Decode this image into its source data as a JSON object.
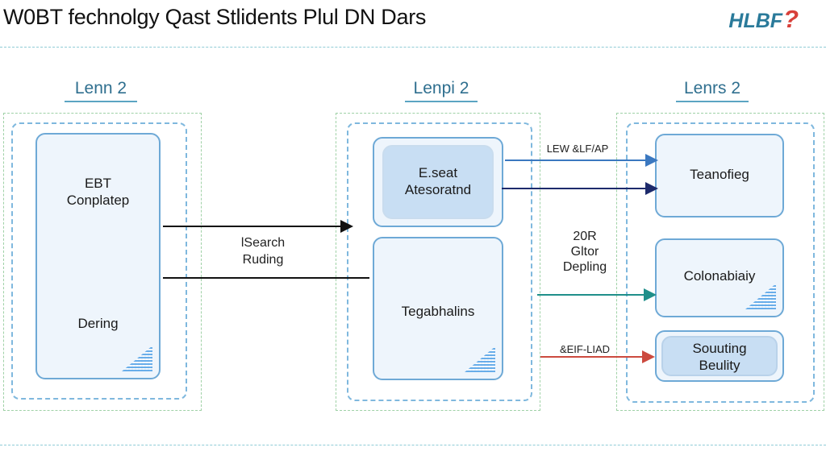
{
  "header": {
    "title": "W0BT fechnolgy Qast Stlidents Plul DN Dars",
    "logo_text": "HLBF",
    "logo_mark": "?"
  },
  "lanes": [
    {
      "label": "Lenn 2"
    },
    {
      "label": "Lenpi 2"
    },
    {
      "label": "Lenrs 2"
    }
  ],
  "boxes": {
    "lane1_main": {
      "line1": "EBT",
      "line2": "Conplatep",
      "bottom": "Dering"
    },
    "lane2_top": {
      "line1": "E.seat",
      "line2": "Atesoratnd"
    },
    "lane2_bottom": {
      "text": "Tegabhalins"
    },
    "lane3_top": {
      "text": "Teanofieg"
    },
    "lane3_mid": {
      "text": "Colonabiaiy"
    },
    "lane3_bottom": {
      "line1": "Souuting",
      "line2": "Beulity"
    }
  },
  "connectors": {
    "search_line1": "lSearch",
    "search_line2": "Ruding",
    "top_label": "LEW &LF/AP",
    "mid_line1": "20R",
    "mid_line2": "Gltor",
    "mid_line3": "Depling",
    "bottom_label": "&EIF-LIAD"
  },
  "colors": {
    "arrow_blue": "#3b78c0",
    "arrow_navy": "#1d2a6b",
    "arrow_teal": "#1f8f8a",
    "arrow_red": "#cc4a3f",
    "arrow_black": "#111111"
  }
}
